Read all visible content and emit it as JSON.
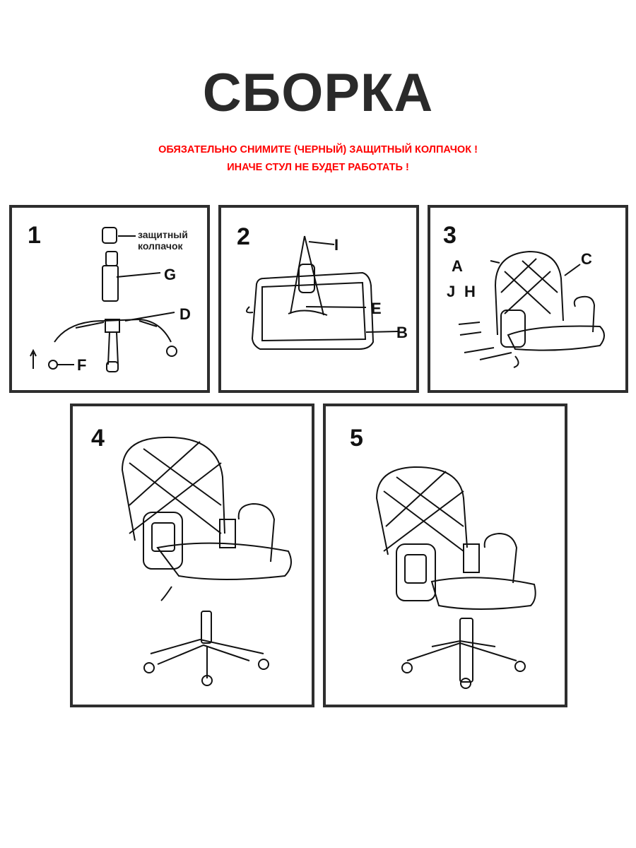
{
  "title": "СБОРКА",
  "warnings": [
    "ОБЯЗАТЕЛЬНО СНИМИТЕ (ЧЕРНЫЙ) ЗАЩИТНЫЙ КОЛПАЧОК !",
    "ИНАЧЕ СТУЛ НЕ БУДЕТ РАБОТАТЬ !"
  ],
  "steps": [
    {
      "number": "1",
      "cap_label": [
        "защитный",
        "колпачок"
      ],
      "labels": [
        "G",
        "D",
        "F"
      ]
    },
    {
      "number": "2",
      "labels": [
        "I",
        "E",
        "B"
      ]
    },
    {
      "number": "3",
      "labels": [
        "A",
        "C",
        "J",
        "H"
      ]
    },
    {
      "number": "4"
    },
    {
      "number": "5"
    }
  ]
}
